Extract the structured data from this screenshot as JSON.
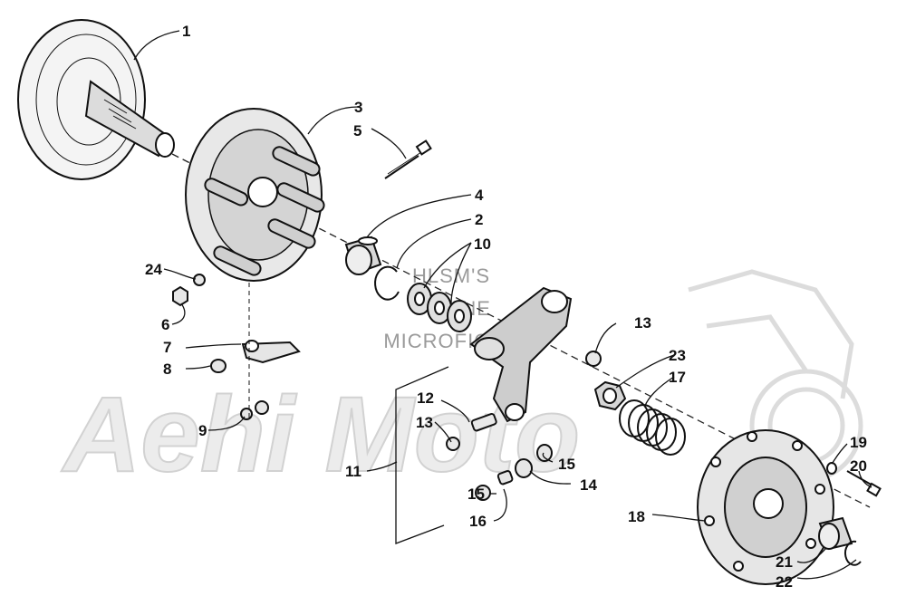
{
  "callouts": {
    "c1": "1",
    "c2": "2",
    "c3": "3",
    "c4": "4",
    "c5": "5",
    "c6": "6",
    "c7": "7",
    "c8": "8",
    "c9": "9",
    "c10": "10",
    "c11": "11",
    "c12": "12",
    "c13a": "13",
    "c13b": "13",
    "c14": "14",
    "c15a": "15",
    "c15b": "15",
    "c16": "16",
    "c17": "17",
    "c18": "18",
    "c19": "19",
    "c20": "20",
    "c21": "21",
    "c22": "22",
    "c23": "23",
    "c24": "24"
  },
  "watermark": {
    "line1": "HLSM'S",
    "line2": "ONLINE",
    "line3": "MICROFICHE",
    "brand": "Aehi Moto"
  },
  "colors": {
    "ink": "#111111",
    "watermark_text": "#9a9a9a",
    "watermark_brand": "#d2d2d2"
  }
}
